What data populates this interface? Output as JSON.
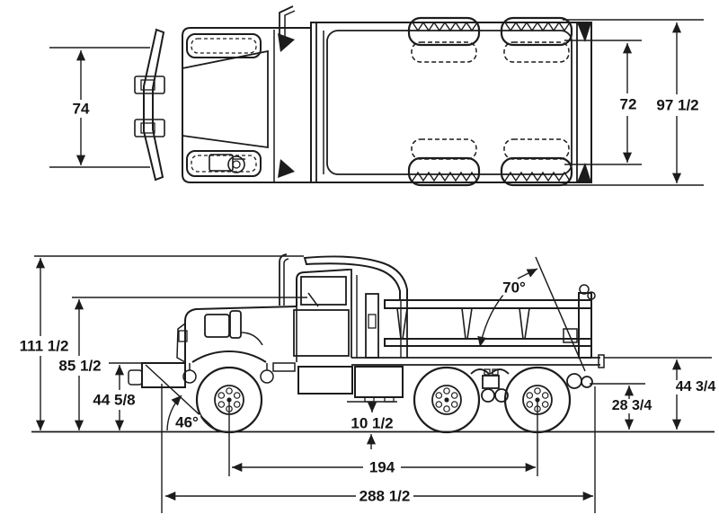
{
  "figure": {
    "kind": "truck-blueprint-two-view",
    "background_color": "#ffffff",
    "line_color": "#1c1c1c",
    "units": "inches"
  },
  "dims": {
    "cab_width": {
      "label": "74"
    },
    "bed_width": {
      "label": "72"
    },
    "overall_width": {
      "label": "97 1/2"
    },
    "overall_height": {
      "label": "111 1/2"
    },
    "cab_height": {
      "label": "85 1/2"
    },
    "bumper_height": {
      "label": "44 5/8"
    },
    "approach_angle": {
      "label": "46°"
    },
    "dump_angle": {
      "label": "70°"
    },
    "ground_clearance": {
      "label": "10 1/2"
    },
    "pintle_height": {
      "label": "28 3/4"
    },
    "rear_height": {
      "label": "44 3/4"
    },
    "axle_spread": {
      "label": "194"
    },
    "overall_length": {
      "label": "288 1/2"
    }
  }
}
